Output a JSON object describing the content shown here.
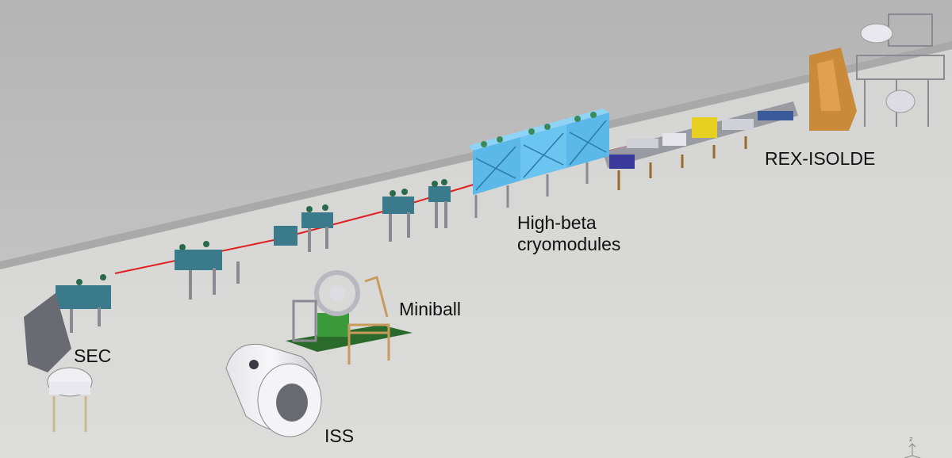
{
  "labels": {
    "rex_isolde": "REX-ISOLDE",
    "high_beta_line1": "High-beta",
    "high_beta_line2": "cryomodules",
    "miniball": "Miniball",
    "sec": "SEC",
    "iss": "ISS"
  },
  "axis_indicator": "z",
  "colors": {
    "wall": "#c8c8c8",
    "floor": "#d9d9d7",
    "beam": "#e02020",
    "cryomodule": "#5bb8e8",
    "quadrupole": "#3a7a8a",
    "frame": "#8a8a92",
    "rex_structure": "#c98a3a",
    "rex_yellow": "#e8d020",
    "rex_blue": "#3a3a9a",
    "miniball_green": "#3a9a3a"
  }
}
